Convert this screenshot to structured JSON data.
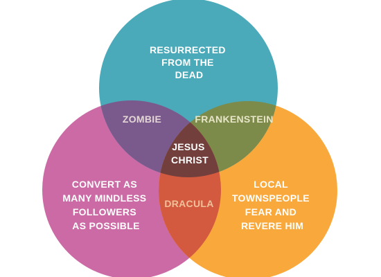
{
  "colors": {
    "background": "#ffffff",
    "top": "#4aaab9",
    "left": "#cb6aa5",
    "right": "#f9a93b",
    "zombie": "#7a5a8c",
    "frankenstein": "#7c8a4a",
    "dracula": "#d45a3f",
    "center": "#723f3c"
  },
  "circles": {
    "top": [
      "RESURRECTED",
      "FROM THE",
      "DEAD"
    ],
    "left": [
      "CONVERT AS",
      "MANY MINDLESS",
      "FOLLOWERS",
      "AS POSSIBLE"
    ],
    "right": [
      "LOCAL",
      "TOWNSPEOPLE",
      "FEAR AND",
      "REVERE HIM"
    ]
  },
  "intersections": {
    "top_left": "ZOMBIE",
    "top_right": "FRANKENSTEIN",
    "left_right": "DRACULA",
    "center": [
      "JESUS",
      "CHRIST"
    ]
  }
}
